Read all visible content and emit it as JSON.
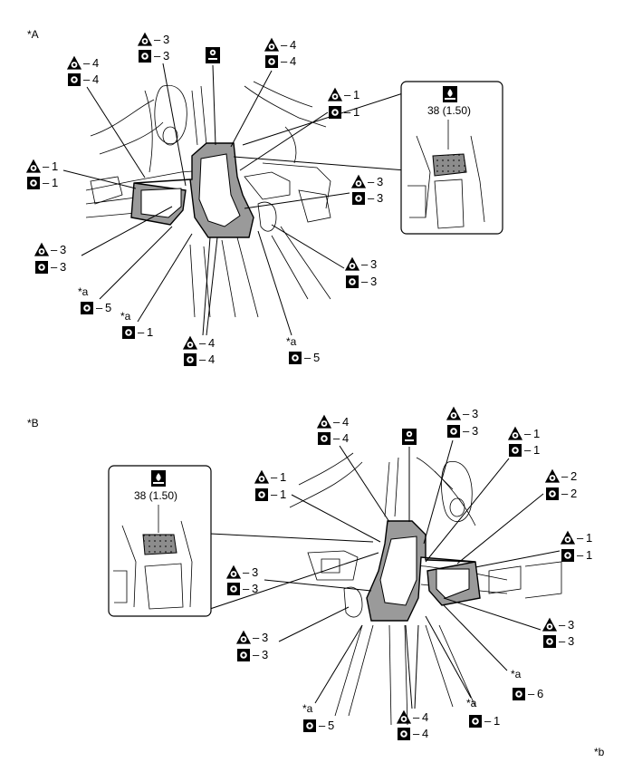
{
  "figure": {
    "label_A": "*A",
    "label_B": "*B",
    "label_b": "*b",
    "callout_star_a": "*a",
    "inset_torque": "38 (1.50)",
    "spot_counts_A": {
      "top_left": "4",
      "top_left_sq": "4",
      "top_mid": "3",
      "top_mid_sq": "3",
      "top_right": "4",
      "top_right_sq": "4",
      "right_upper": "1",
      "right_upper_sq": "1",
      "left_mid": "1",
      "left_mid_sq": "1",
      "right_mid": "3",
      "right_mid_sq": "3",
      "left_low": "3",
      "left_low_sq": "3",
      "right_low": "3",
      "right_low_sq": "3",
      "a1": "5",
      "a2": "1",
      "bottom_mid": "4",
      "bottom_mid_sq": "4",
      "a3": "5"
    },
    "spot_counts_B": {
      "top_left": "4",
      "top_left_sq": "4",
      "top_mid": "3",
      "top_mid_sq": "3",
      "top_right": "1",
      "top_right_sq": "1",
      "right_2": "2",
      "right_2_sq": "2",
      "left_1": "1",
      "left_1_sq": "1",
      "right_1": "1",
      "right_1_sq": "1",
      "left_3": "3",
      "left_3_sq": "3",
      "right_3": "3",
      "right_3_sq": "3",
      "left_low": "3",
      "left_low_sq": "3",
      "a1": "5",
      "bottom_mid": "4",
      "bottom_mid_sq": "4",
      "a2": "1",
      "a3": "6"
    },
    "icons": [
      "triangle-spot-weld-icon",
      "square-spot-weld-icon",
      "weld-gun-icon",
      "sealer-torque-icon"
    ]
  }
}
